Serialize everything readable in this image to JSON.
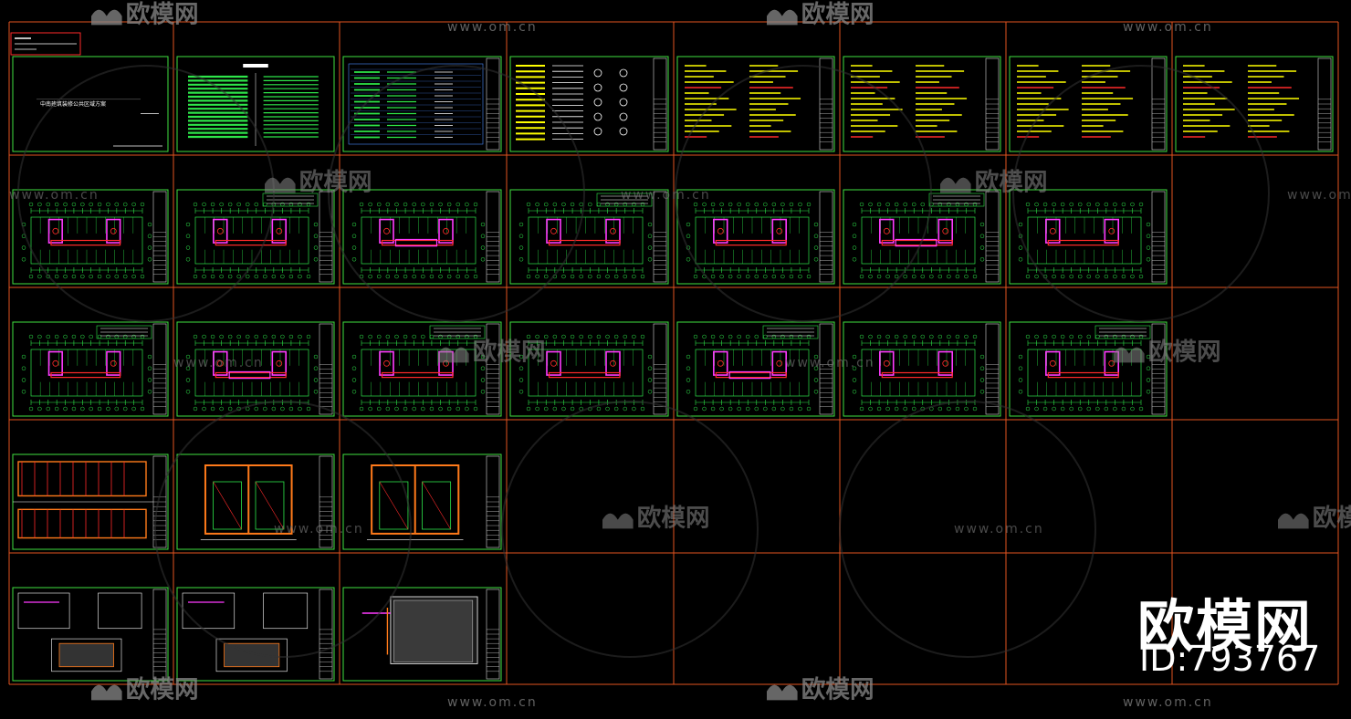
{
  "app": {
    "title": "CAD Drawing Sheet Overview"
  },
  "colors": {
    "background": "#000000",
    "grid": "#e2531f",
    "sheet_border": "#3fe03f",
    "plan_line": "#2ee64a",
    "wall": "#ff3bff",
    "room": "#ff2a2a",
    "text_yellow": "#ffff00",
    "white": "#ffffff",
    "orange": "#ff7a1a",
    "title_block": "#d8d8d8"
  },
  "cover": {
    "title": "中南建筑装修公共区域方案"
  },
  "sheets": [
    {
      "row": 0,
      "col": 0,
      "type": "cover"
    },
    {
      "row": 0,
      "col": 1,
      "type": "index"
    },
    {
      "row": 0,
      "col": 2,
      "type": "table"
    },
    {
      "row": 0,
      "col": 3,
      "type": "legend"
    },
    {
      "row": 0,
      "col": 4,
      "type": "notes"
    },
    {
      "row": 0,
      "col": 5,
      "type": "notes"
    },
    {
      "row": 0,
      "col": 6,
      "type": "notes"
    },
    {
      "row": 0,
      "col": 7,
      "type": "notes"
    },
    {
      "row": 1,
      "col": 0,
      "type": "plan"
    },
    {
      "row": 1,
      "col": 1,
      "type": "plan"
    },
    {
      "row": 1,
      "col": 2,
      "type": "plan"
    },
    {
      "row": 1,
      "col": 3,
      "type": "plan"
    },
    {
      "row": 1,
      "col": 4,
      "type": "plan"
    },
    {
      "row": 1,
      "col": 5,
      "type": "plan"
    },
    {
      "row": 1,
      "col": 6,
      "type": "plan"
    },
    {
      "row": 2,
      "col": 0,
      "type": "plan"
    },
    {
      "row": 2,
      "col": 1,
      "type": "plan"
    },
    {
      "row": 2,
      "col": 2,
      "type": "plan"
    },
    {
      "row": 2,
      "col": 3,
      "type": "plan"
    },
    {
      "row": 2,
      "col": 4,
      "type": "plan"
    },
    {
      "row": 2,
      "col": 5,
      "type": "plan"
    },
    {
      "row": 2,
      "col": 6,
      "type": "plan"
    },
    {
      "row": 3,
      "col": 0,
      "type": "elevation_double"
    },
    {
      "row": 3,
      "col": 1,
      "type": "elevation_single"
    },
    {
      "row": 3,
      "col": 2,
      "type": "elevation_single"
    },
    {
      "row": 4,
      "col": 0,
      "type": "detail"
    },
    {
      "row": 4,
      "col": 1,
      "type": "detail"
    },
    {
      "row": 4,
      "col": 2,
      "type": "detail_large"
    }
  ],
  "watermark": {
    "brand": "欧模网",
    "url": "www.om.cn",
    "id_label": "ID:793767"
  }
}
